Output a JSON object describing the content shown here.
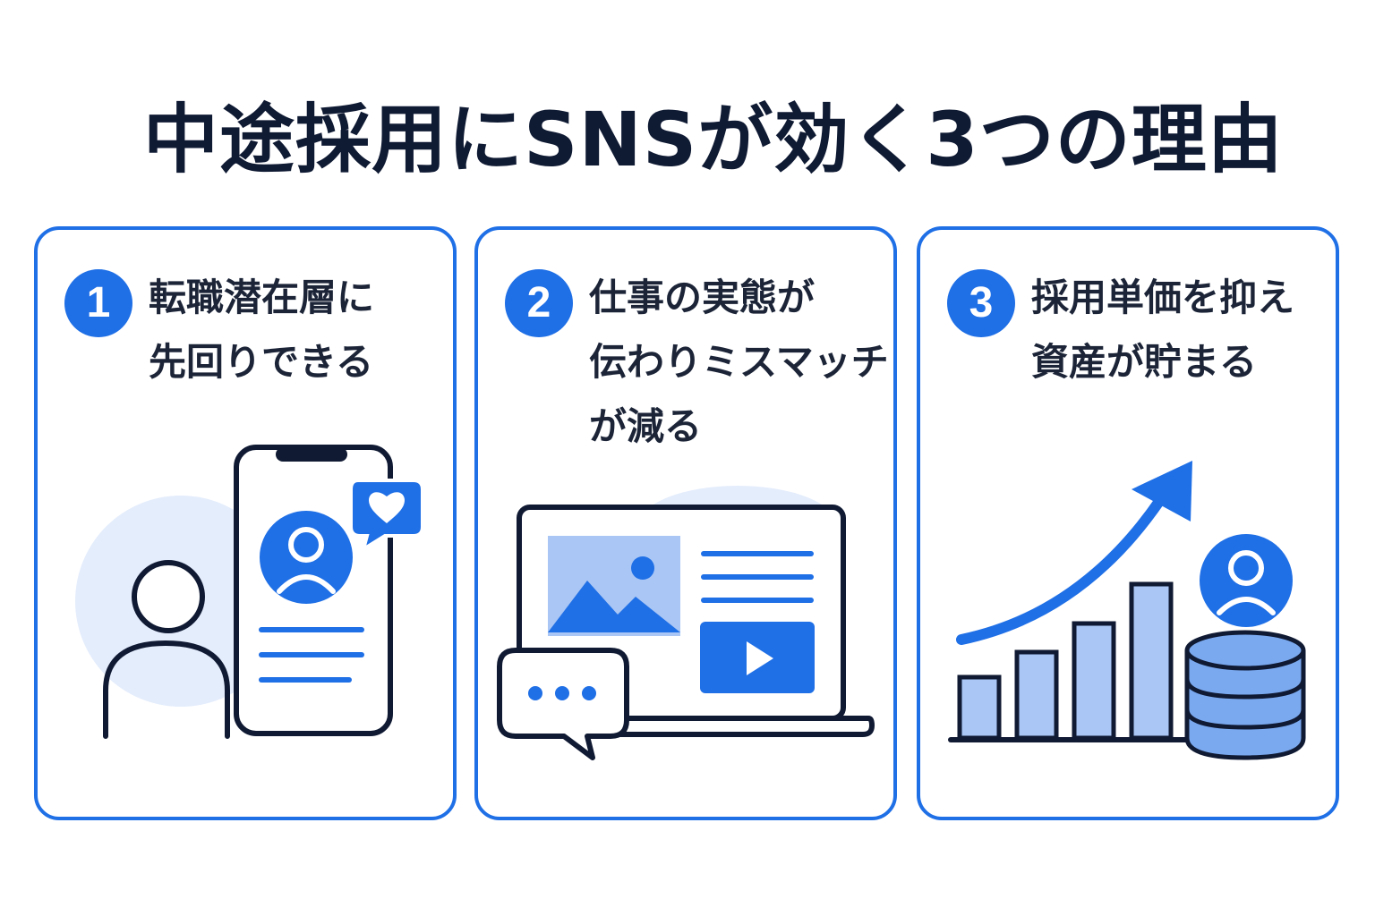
{
  "title": "中途採用にSNSが効く3つの理由",
  "colors": {
    "accent": "#1f6fe6",
    "light_accent": "#a9c6f5",
    "pale_accent": "#e4edfc",
    "ink": "#101a33"
  },
  "cards": [
    {
      "number": "1",
      "lines": [
        "転職潜在層に",
        "先回りできる"
      ],
      "icons": [
        "person-outline-icon",
        "smartphone-profile-icon",
        "heart-chat-icon"
      ]
    },
    {
      "number": "2",
      "lines": [
        "仕事の実態が",
        "伝わりミスマッチ",
        "が減る"
      ],
      "icons": [
        "laptop-icon",
        "image-icon",
        "video-play-icon",
        "chat-bubble-icon"
      ]
    },
    {
      "number": "3",
      "lines": [
        "採用単価を抑え",
        "資産が貯まる"
      ],
      "icons": [
        "bar-chart-icon",
        "trend-up-arrow-icon",
        "coin-stack-icon",
        "person-avatar-icon"
      ]
    }
  ]
}
